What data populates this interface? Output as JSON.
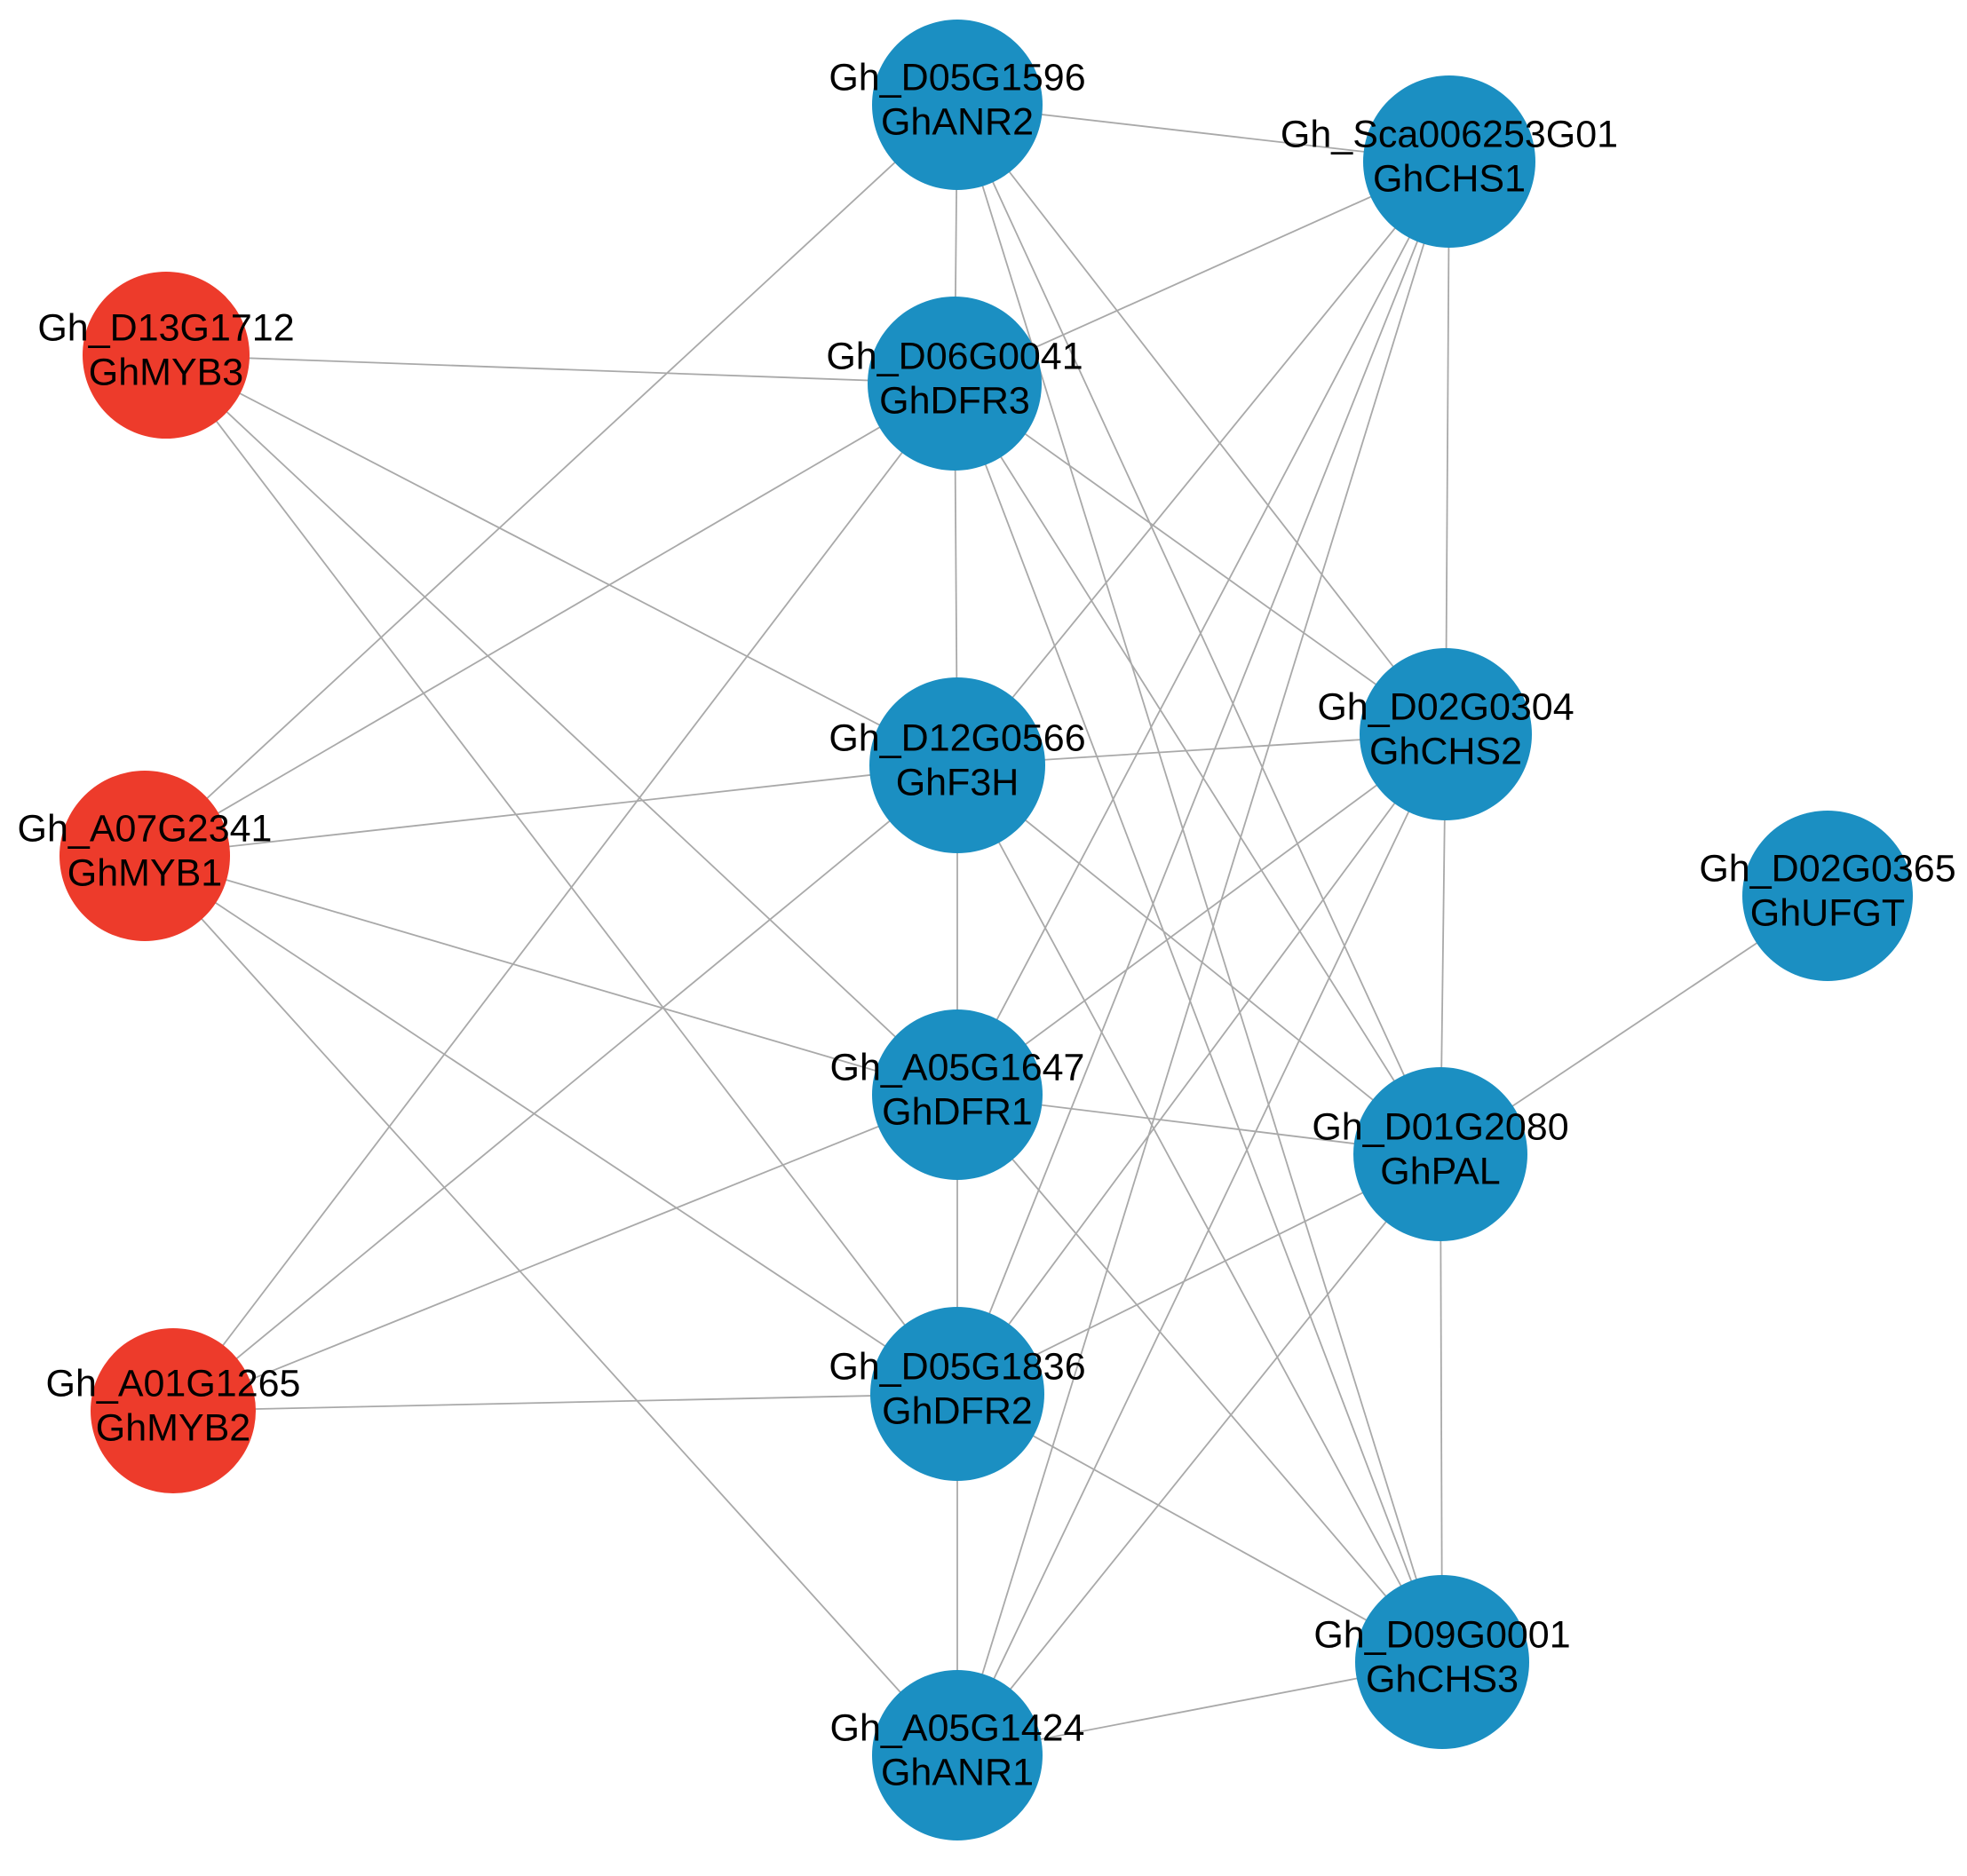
{
  "colors": {
    "regulator": "#ed3b2b",
    "structural": "#1b8fc2",
    "edge": "#a9a9a9",
    "label": "#000000"
  },
  "nodes": [
    {
      "id": "D05G1596",
      "gene_id": "Gh_D05G1596",
      "name": "GhANR2",
      "group": "structural"
    },
    {
      "id": "Sca006253G01",
      "gene_id": "Gh_Sca006253G01",
      "name": "GhCHS1",
      "group": "structural"
    },
    {
      "id": "D13G1712",
      "gene_id": "Gh_D13G1712",
      "name": "GhMYB3",
      "group": "regulator"
    },
    {
      "id": "D06G0041",
      "gene_id": "Gh_D06G0041",
      "name": "GhDFR3",
      "group": "structural"
    },
    {
      "id": "D12G0566",
      "gene_id": "Gh_D12G0566",
      "name": "GhF3H",
      "group": "structural"
    },
    {
      "id": "D02G0304",
      "gene_id": "Gh_D02G0304",
      "name": "GhCHS2",
      "group": "structural"
    },
    {
      "id": "A07G2341",
      "gene_id": "Gh_A07G2341",
      "name": "GhMYB1",
      "group": "regulator"
    },
    {
      "id": "D02G0365",
      "gene_id": "Gh_D02G0365",
      "name": "GhUFGT",
      "group": "structural"
    },
    {
      "id": "A05G1647",
      "gene_id": "Gh_A05G1647",
      "name": "GhDFR1",
      "group": "structural"
    },
    {
      "id": "D01G2080",
      "gene_id": "Gh_D01G2080",
      "name": "GhPAL",
      "group": "structural"
    },
    {
      "id": "A01G1265",
      "gene_id": "Gh_A01G1265",
      "name": "GhMYB2",
      "group": "regulator"
    },
    {
      "id": "D05G1836",
      "gene_id": "Gh_D05G1836",
      "name": "GhDFR2",
      "group": "structural"
    },
    {
      "id": "D09G0001",
      "gene_id": "Gh_D09G0001",
      "name": "GhCHS3",
      "group": "structural"
    },
    {
      "id": "A05G1424",
      "gene_id": "Gh_A05G1424",
      "name": "GhANR1",
      "group": "structural"
    }
  ],
  "edges": [
    [
      "D05G1596",
      "Sca006253G01"
    ],
    [
      "D05G1596",
      "D06G0041"
    ],
    [
      "D05G1596",
      "D02G0304"
    ],
    [
      "D05G1596",
      "D01G2080"
    ],
    [
      "D05G1596",
      "D09G0001"
    ],
    [
      "D05G1596",
      "A07G2341"
    ],
    [
      "Sca006253G01",
      "D06G0041"
    ],
    [
      "Sca006253G01",
      "D12G0566"
    ],
    [
      "Sca006253G01",
      "A05G1647"
    ],
    [
      "Sca006253G01",
      "D05G1836"
    ],
    [
      "Sca006253G01",
      "A05G1424"
    ],
    [
      "Sca006253G01",
      "D02G0304"
    ],
    [
      "D13G1712",
      "D06G0041"
    ],
    [
      "D13G1712",
      "D12G0566"
    ],
    [
      "D13G1712",
      "A05G1647"
    ],
    [
      "D13G1712",
      "D05G1836"
    ],
    [
      "D06G0041",
      "D12G0566"
    ],
    [
      "D06G0041",
      "D02G0304"
    ],
    [
      "D06G0041",
      "D01G2080"
    ],
    [
      "D06G0041",
      "D09G0001"
    ],
    [
      "D06G0041",
      "A07G2341"
    ],
    [
      "D06G0041",
      "A01G1265"
    ],
    [
      "D12G0566",
      "D02G0304"
    ],
    [
      "D12G0566",
      "A05G1647"
    ],
    [
      "D12G0566",
      "D01G2080"
    ],
    [
      "D12G0566",
      "D09G0001"
    ],
    [
      "D12G0566",
      "A07G2341"
    ],
    [
      "D12G0566",
      "A01G1265"
    ],
    [
      "D02G0304",
      "D01G2080"
    ],
    [
      "D02G0304",
      "A05G1647"
    ],
    [
      "D02G0304",
      "D05G1836"
    ],
    [
      "D02G0304",
      "A05G1424"
    ],
    [
      "A07G2341",
      "A05G1647"
    ],
    [
      "A07G2341",
      "D05G1836"
    ],
    [
      "A07G2341",
      "A05G1424"
    ],
    [
      "D02G0365",
      "D01G2080"
    ],
    [
      "A05G1647",
      "D01G2080"
    ],
    [
      "A05G1647",
      "D05G1836"
    ],
    [
      "A05G1647",
      "D09G0001"
    ],
    [
      "A05G1647",
      "A01G1265"
    ],
    [
      "D01G2080",
      "D09G0001"
    ],
    [
      "D01G2080",
      "D05G1836"
    ],
    [
      "D01G2080",
      "A05G1424"
    ],
    [
      "A01G1265",
      "D05G1836"
    ],
    [
      "D05G1836",
      "D09G0001"
    ],
    [
      "D05G1836",
      "A05G1424"
    ],
    [
      "D09G0001",
      "A05G1424"
    ]
  ]
}
